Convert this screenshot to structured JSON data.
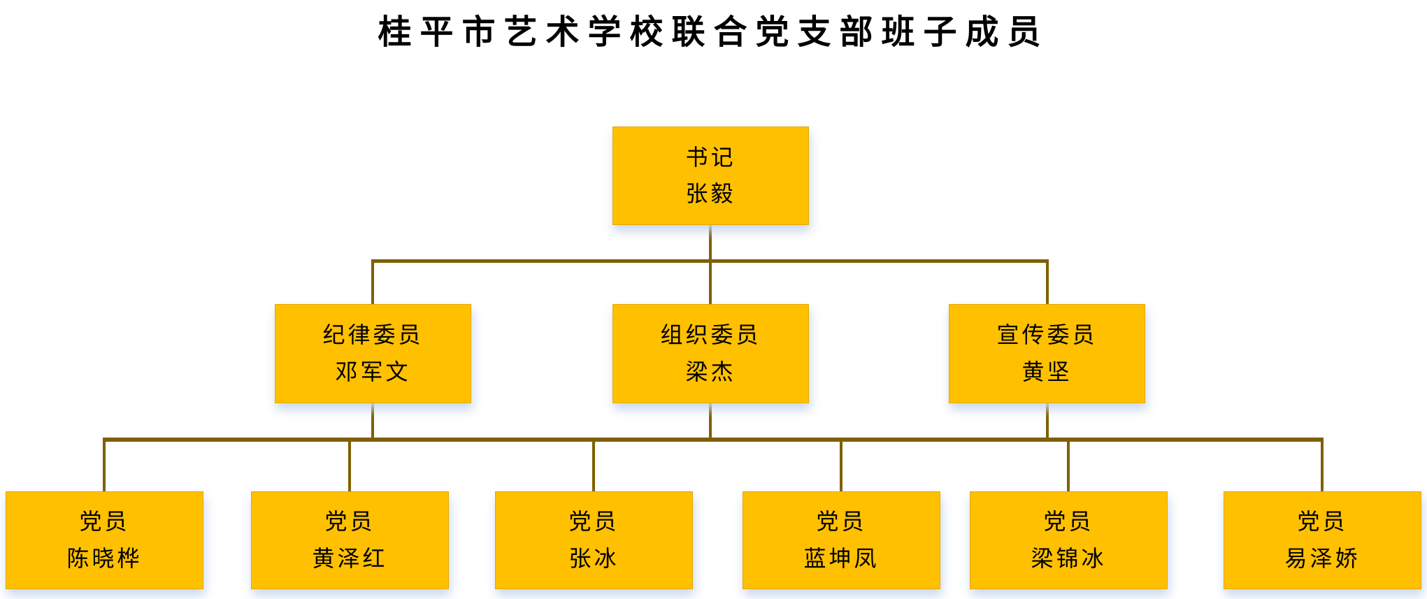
{
  "title": "桂平市艺术学校联合党支部班子成员",
  "colors": {
    "box_fill": "#FFC000",
    "box_border": "#E3A700",
    "connector": "#7F6000",
    "shadow": "#DCE6F3",
    "text": "#000000",
    "background": "#FFFFFF"
  },
  "org": {
    "root": {
      "role": "书记",
      "name": "张毅"
    },
    "level2": [
      {
        "role": "纪律委员",
        "name": "邓军文"
      },
      {
        "role": "组织委员",
        "name": "梁杰"
      },
      {
        "role": "宣传委员",
        "name": "黄坚"
      }
    ],
    "level3": [
      {
        "role": "党员",
        "name": "陈晓桦"
      },
      {
        "role": "党员",
        "name": "黄泽红"
      },
      {
        "role": "党员",
        "name": "张冰"
      },
      {
        "role": "党员",
        "name": "蓝坤凤"
      },
      {
        "role": "党员",
        "name": "梁锦冰"
      },
      {
        "role": "党员",
        "name": "易泽娇"
      }
    ]
  }
}
